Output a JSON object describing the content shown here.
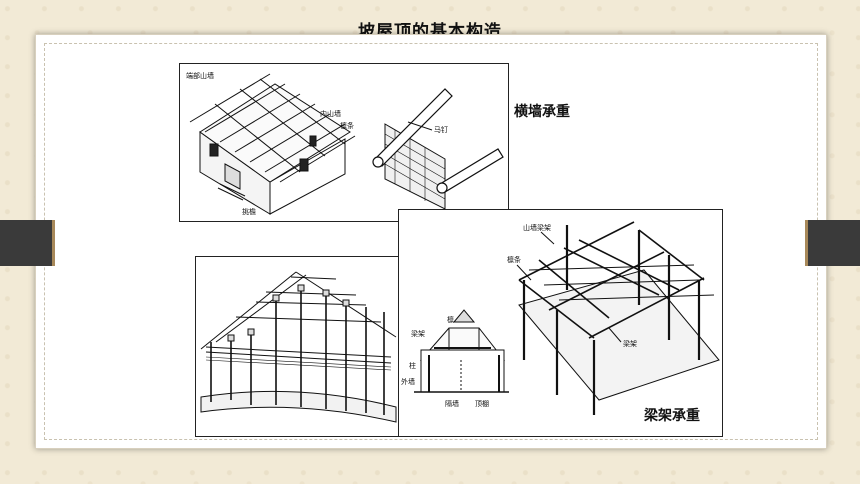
{
  "title": "坡屋顶的基本构造",
  "captions": {
    "wall_bearing": "横墙承重",
    "beam_bearing": "梁架承重"
  },
  "panel1": {
    "labels": {
      "gable": "端部山墙",
      "inner_gable": "内山墙",
      "purlin": "檩条",
      "nail": "马钉",
      "eaves": "挑檐"
    }
  },
  "panel3": {
    "labels": {
      "gable_frame": "山墙梁架",
      "purlin": "檩条",
      "beam_frame": "梁架",
      "ridge": "檩",
      "beam": "梁架",
      "column": "柱",
      "outer_wall": "外墙",
      "partition": "隔墙",
      "ceiling": "顶棚"
    }
  }
}
